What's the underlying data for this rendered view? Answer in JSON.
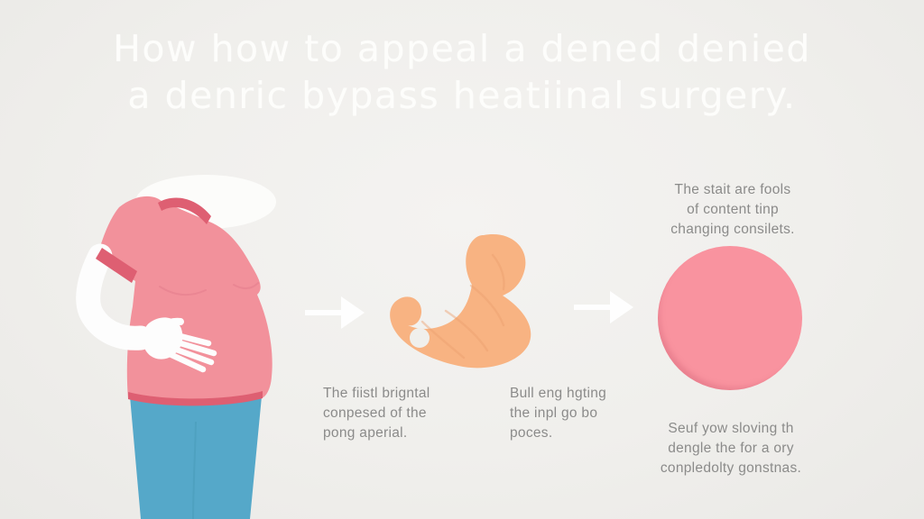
{
  "title": {
    "line1": "How how to appeal a dened denied",
    "line2": "a denric bypass heatiinal surgery."
  },
  "captions": {
    "top_right": {
      "lines": [
        "The stait are fools",
        "of content tinp",
        "changing consilets."
      ]
    },
    "step1": {
      "lines": [
        "The fiistl brigntal",
        "conpesed of the",
        "pong aperial."
      ]
    },
    "step2": {
      "lines": [
        "Bull eng hgting",
        "the inpl go bo",
        "poces."
      ]
    },
    "bottom_right": {
      "lines": [
        "Seuf yow sloving th",
        "dengle the for a ory",
        "conpledolty gonstnas."
      ]
    }
  },
  "figure": {
    "person": {
      "name": "headless torso with hand on belly",
      "shirt_color": "#F2919B",
      "trim_color": "#DE5F72",
      "contour_color": "#E47E8C",
      "pants_color": "#55A8C9",
      "crease_color": "#4A9CBA",
      "skin_color": "#FDFDFD",
      "shoulder_glow": "#FCFCFA"
    },
    "stomach": {
      "name": "stomach organ illustration",
      "color": "#F8B382",
      "line_color": "#EC9F6E",
      "background_hole": "#F0EFEC"
    },
    "circle": {
      "name": "pink circle",
      "color": "#F9939F"
    },
    "arrow": {
      "name": "right arrow",
      "color": "#FFFFFF"
    },
    "background_color": "#F0EFEC",
    "text_color": "#8B8B8A",
    "title_color": "#FDFDFB"
  }
}
